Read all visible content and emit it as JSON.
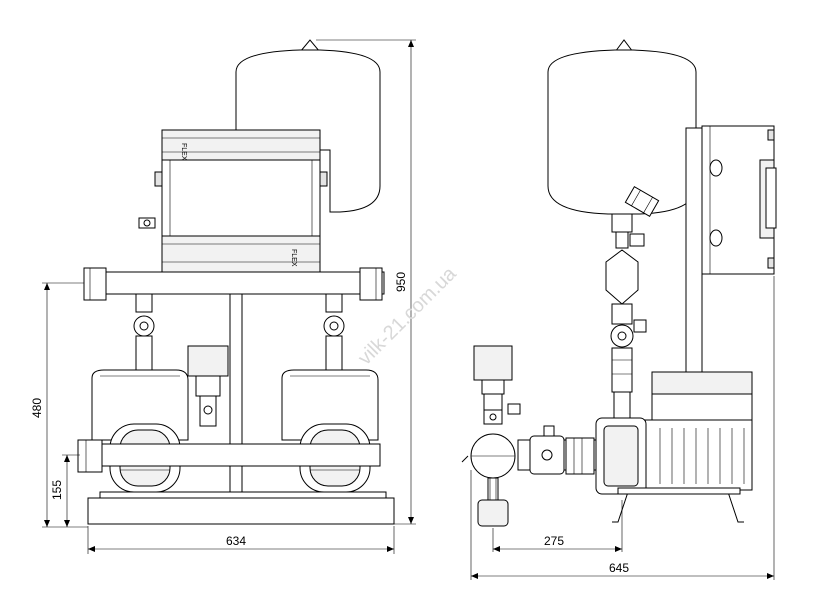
{
  "watermark": "vilk-21.com.ua",
  "dimensions": {
    "front_width": "634",
    "front_height_480": "480",
    "front_height_155": "155",
    "total_height": "950",
    "side_width_275": "275",
    "side_width_645": "645"
  },
  "labels": {
    "brand_top": "FLEX",
    "brand_bottom": "FLEX"
  }
}
